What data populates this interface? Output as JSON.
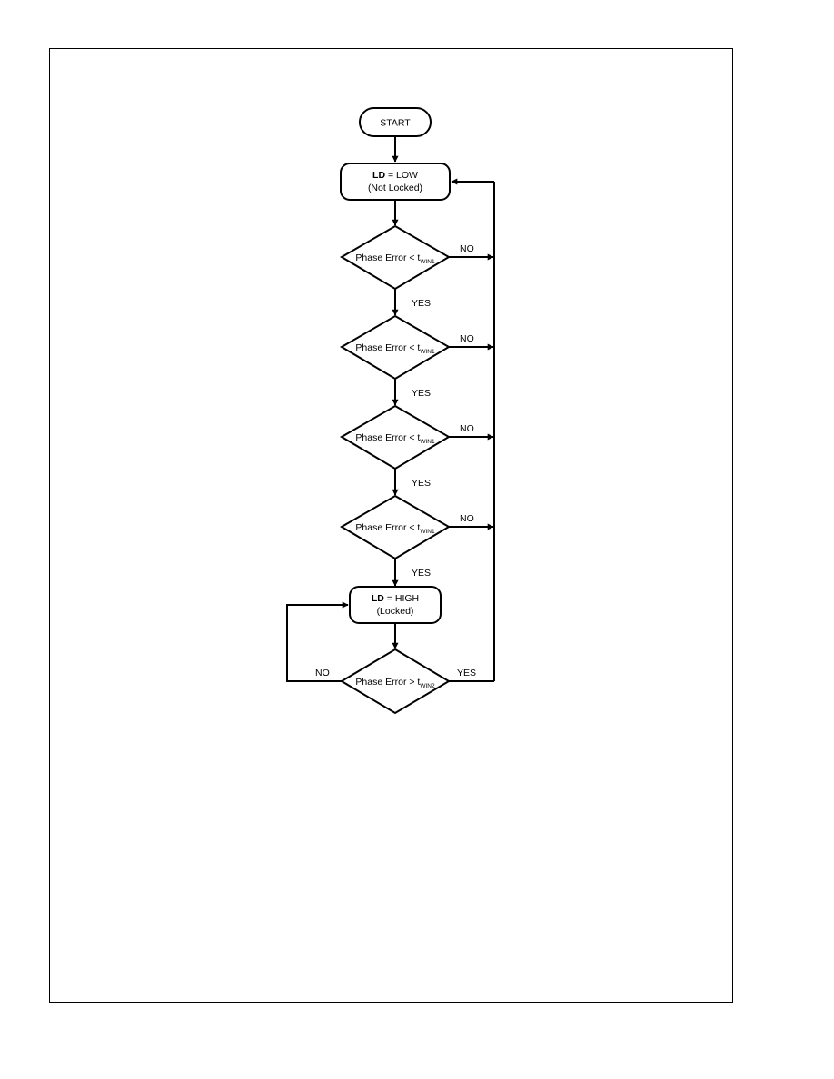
{
  "flowchart": {
    "start": "START",
    "not_locked": {
      "line1_bold": "LD",
      "line1_rest": " = LOW",
      "line2": "(Not Locked)"
    },
    "locked": {
      "line1_bold": "LD",
      "line1_rest": " = HIGH",
      "line2": "(Locked)"
    },
    "decision1": {
      "text": "Phase Error < t",
      "sub": "WIN1"
    },
    "decision2": {
      "text": "Phase Error < t",
      "sub": "WIN1"
    },
    "decision3": {
      "text": "Phase Error < t",
      "sub": "WIN1"
    },
    "decision4": {
      "text": "Phase Error < t",
      "sub": "WIN1"
    },
    "decision5": {
      "text": "Phase Error > t",
      "sub": "WIN2"
    },
    "edges": {
      "d1_no": "NO",
      "d1_yes": "YES",
      "d2_no": "NO",
      "d2_yes": "YES",
      "d3_no": "NO",
      "d3_yes": "YES",
      "d4_no": "NO",
      "d4_yes": "YES",
      "d5_no": "NO",
      "d5_yes": "YES"
    }
  }
}
